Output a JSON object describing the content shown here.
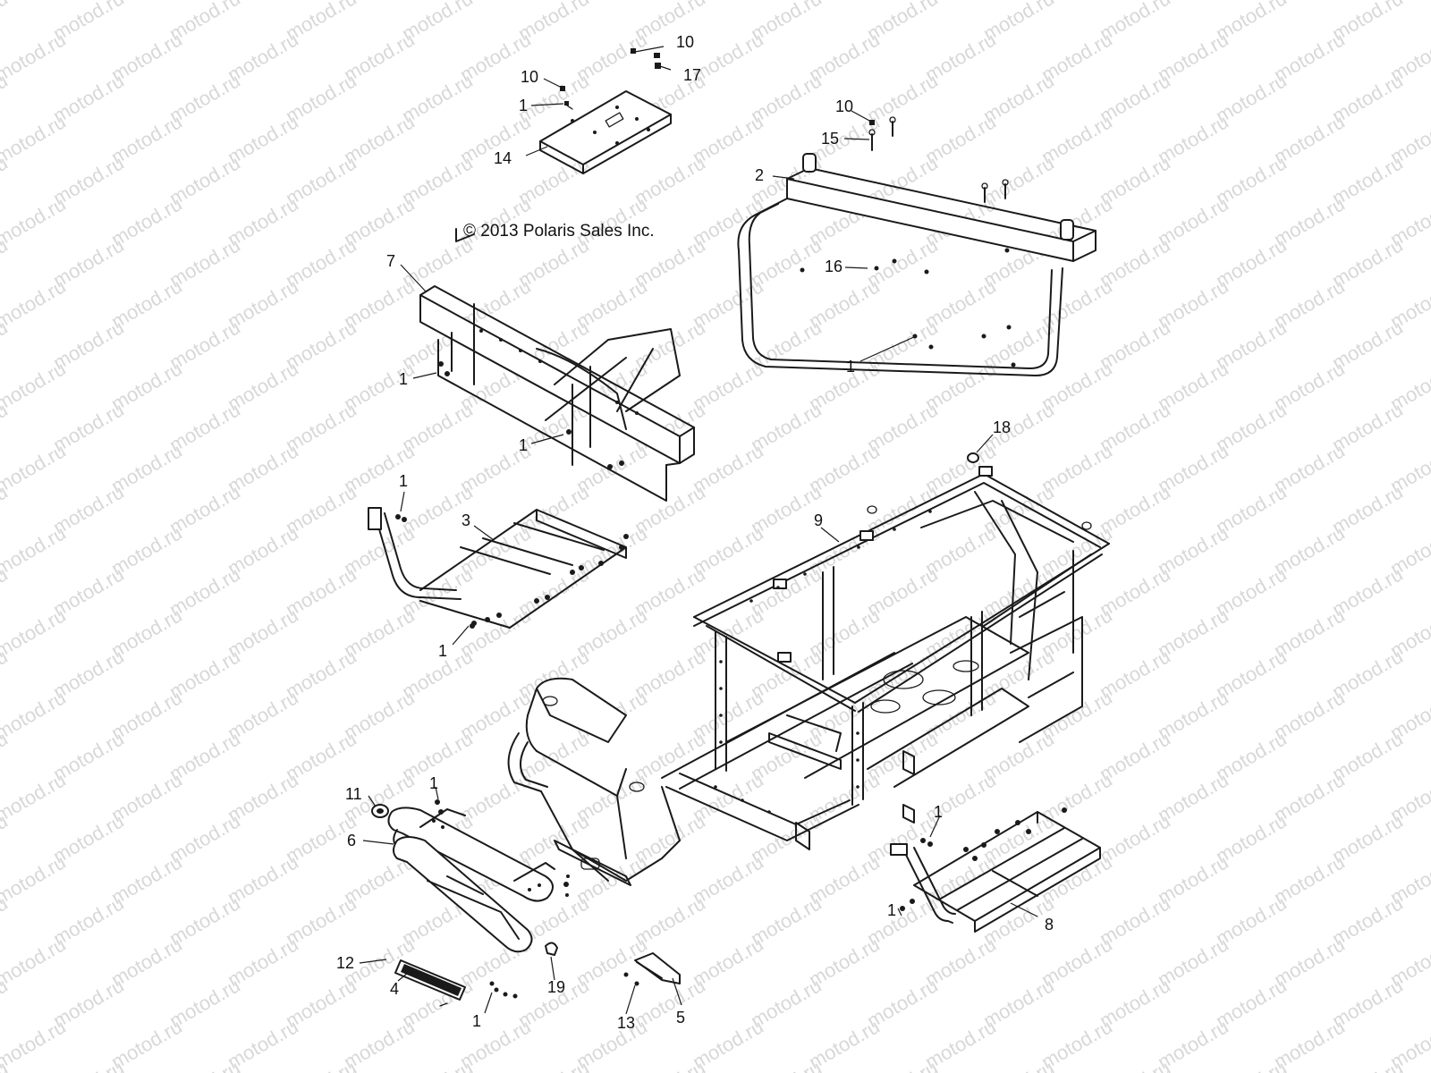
{
  "copyright": "© 2013 Polaris Sales Inc.",
  "watermark": "motod.ru",
  "callouts": [
    {
      "id": "c10a",
      "label": "10"
    },
    {
      "id": "c17",
      "label": "17"
    },
    {
      "id": "c10b",
      "label": "10"
    },
    {
      "id": "c1a",
      "label": "1"
    },
    {
      "id": "c14",
      "label": "14"
    },
    {
      "id": "c10c",
      "label": "10"
    },
    {
      "id": "c15",
      "label": "15"
    },
    {
      "id": "c2",
      "label": "2"
    },
    {
      "id": "c16",
      "label": "16"
    },
    {
      "id": "c1b",
      "label": "1"
    },
    {
      "id": "c7",
      "label": "7"
    },
    {
      "id": "c1c",
      "label": "1"
    },
    {
      "id": "c1d",
      "label": "1"
    },
    {
      "id": "c18",
      "label": "18"
    },
    {
      "id": "c1e",
      "label": "1"
    },
    {
      "id": "c3",
      "label": "3"
    },
    {
      "id": "c9",
      "label": "9"
    },
    {
      "id": "c1f",
      "label": "1"
    },
    {
      "id": "c11",
      "label": "11"
    },
    {
      "id": "c1g",
      "label": "1"
    },
    {
      "id": "c6",
      "label": "6"
    },
    {
      "id": "c1h",
      "label": "1"
    },
    {
      "id": "c8",
      "label": "8"
    },
    {
      "id": "c1i",
      "label": "1"
    },
    {
      "id": "c12",
      "label": "12"
    },
    {
      "id": "c4",
      "label": "4"
    },
    {
      "id": "c19",
      "label": "19"
    },
    {
      "id": "c1j",
      "label": "1"
    },
    {
      "id": "c13",
      "label": "13"
    },
    {
      "id": "c5",
      "label": "5"
    }
  ]
}
